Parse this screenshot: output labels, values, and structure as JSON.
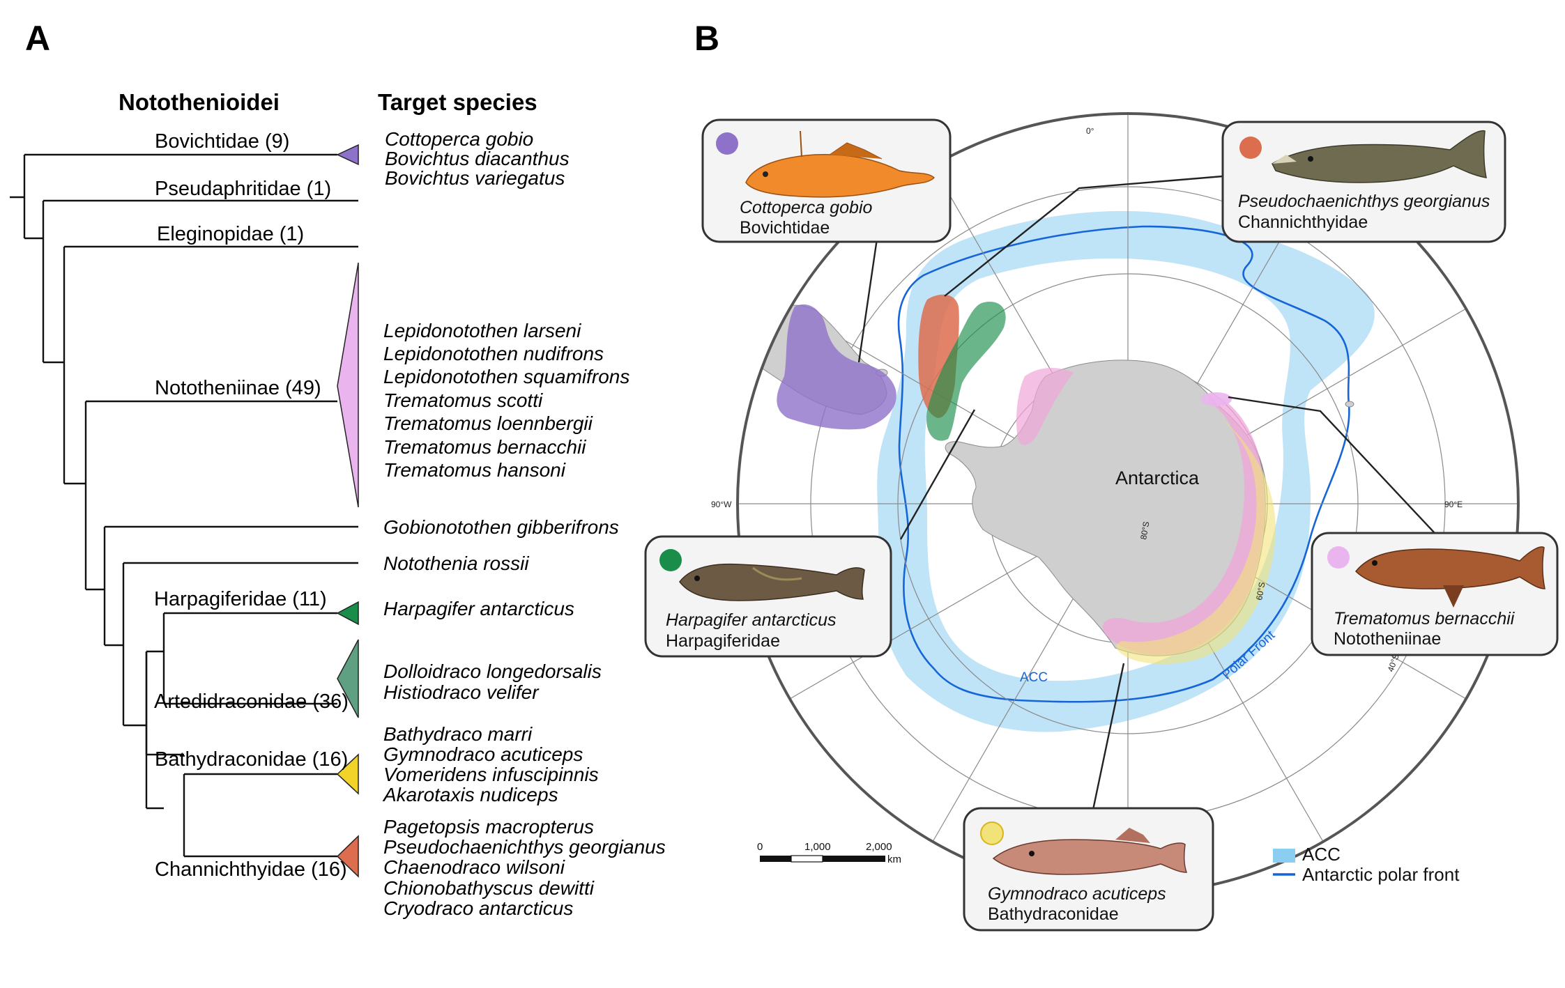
{
  "panels": {
    "a": "A",
    "b": "B"
  },
  "tree": {
    "header_left": "Notothenioidei",
    "header_right": "Target species",
    "families": [
      {
        "label": "Bovichtidae (9)",
        "color": "#8e72c9"
      },
      {
        "label": "Pseudaphritidae (1)"
      },
      {
        "label": "Eleginopidae (1)"
      },
      {
        "label": "Nototheniinae (49)",
        "color": "#eab4ee"
      },
      {
        "label": "Harpagiferidae (11)",
        "color": "#1a8d4a"
      },
      {
        "label": "Artedidraconidae (36)",
        "color": "#5f9f82"
      },
      {
        "label": "Bathydraconidae (16)",
        "color": "#f1d32a"
      },
      {
        "label": "Channichthyidae (16)",
        "color": "#dd6d4f"
      }
    ],
    "species": [
      "Cottoperca gobio",
      "Bovichtus diacanthus",
      "Bovichtus variegatus",
      "Lepidonotothen larseni",
      "Lepidonotothen nudifrons",
      "Lepidonotothen squamifrons",
      "Trematomus scotti",
      "Trematomus loennbergii",
      "Trematomus bernacchii",
      "Trematomus hansoni",
      "Gobionotothen gibberifrons",
      "Notothenia rossii",
      "Harpagifer antarcticus",
      "Dolloidraco longedorsalis",
      "Histiodraco velifer",
      "Bathydraco marri",
      "Gymnodraco acuticeps",
      "Vomeridens infuscipinnis",
      "Akarotaxis nudiceps",
      "Pagetopsis macropterus",
      "Pseudochaenichthys georgianus",
      "Chaenodraco wilsoni",
      "Chionobathyscus dewitti",
      "Cryodraco antarcticus"
    ]
  },
  "map": {
    "continent_label": "Antarctica",
    "meridian_labels": {
      "top": "0°",
      "left": "90°W",
      "right": "90°E"
    },
    "lat_labels": {
      "inner": "80°S",
      "mid": "60°S",
      "outer": "40°S"
    },
    "acc_label": "ACC",
    "polar_front_label": "Polar Front",
    "colors": {
      "acc": "#bfe3f7",
      "polar_front": "#1565d8",
      "land": "#cfcfcf"
    },
    "cards": [
      {
        "species": "Cottoperca gobio",
        "family": "Bovichtidae",
        "dot": "#8e72c9"
      },
      {
        "species": "Pseudochaenichthys georgianus",
        "family": "Channichthyidae",
        "dot": "#dd6d4f"
      },
      {
        "species": "Harpagifer antarcticus",
        "family": "Harpagiferidae",
        "dot": "#1a8d4a"
      },
      {
        "species": "Trematomus bernacchii",
        "family": "Nototheniinae",
        "dot": "#eab4ee"
      },
      {
        "species": "Gymnodraco acuticeps",
        "family": "Bathydraconidae",
        "dot": "#f1e27a"
      }
    ],
    "scale_bar": {
      "ticks": [
        "0",
        "1,000",
        "2,000"
      ],
      "unit": "km"
    },
    "legend": [
      {
        "label": "ACC",
        "color": "#8ccdf2"
      },
      {
        "label": "Antarctic polar front",
        "color": "#1565d8"
      }
    ]
  }
}
